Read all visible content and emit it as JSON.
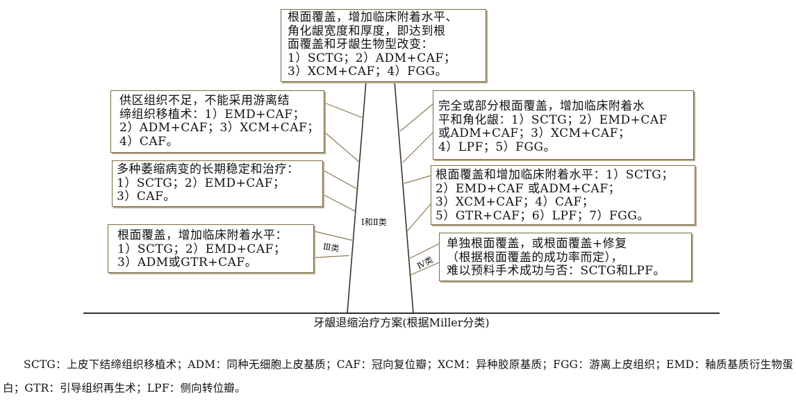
{
  "diagram": {
    "base_caption": "牙龈退缩治疗方案(根据Miller分类)",
    "class_labels": {
      "class_1_2": "Ⅰ和Ⅱ类",
      "class_3": "Ⅲ类",
      "class_4": "Ⅳ类"
    },
    "boxes": {
      "top": {
        "lines": [
          "根面覆盖，增加临床附着水平、",
          "角化龈宽度和厚度，即达到根",
          "面覆盖和牙龈生物型改变：",
          "1）SCTG；2）ADM+CAF；",
          "3）XCM+CAF；4）FGG。"
        ]
      },
      "left_1": {
        "lines": [
          "供区组织不足，不能采用游离结",
          "缔组织移植术：1）EMD+CAF；",
          "2）ADM+CAF；3）XCM+CAF；",
          "4）CAF。"
        ]
      },
      "left_2": {
        "lines": [
          "多种萎缩病变的长期稳定和治疗：",
          "1）SCTG；2）EMD+CAF；",
          "3）CAF。"
        ]
      },
      "left_3": {
        "lines": [
          "根面覆盖，增加临床附着水平：",
          "1）SCTG；2）EMD+CAF；",
          "3）ADM或GTR+CAF。"
        ]
      },
      "right_1": {
        "lines": [
          "完全或部分根面覆盖，增加临床附着水",
          "平和角化龈：1）SCTG；2）EMD+CAF",
          "或ADM+CAF；3）XCM+CAF；",
          "4）LPF；5）FGG。"
        ]
      },
      "right_2": {
        "lines": [
          "根面覆盖和增加临床附着水平：1）SCTG；",
          "2）EMD+CAF 或ADM+CAF；",
          "3）XCM+CAF；4）CAF；",
          "5）GTR+CAF；6）LPF；7）FGG。"
        ]
      },
      "right_3": {
        "lines": [
          "单独根面覆盖，或根面覆盖+修复",
          "（根据根面覆盖的成功率而定），",
          "难以预料手术成功与否：SCTG和LPF。"
        ]
      }
    },
    "footnote": "SCTG：上皮下结缔组织移植术；ADM：同种无细胞上皮基质；CAF：冠向复位瓣；XCM：异种胶原基质；FGG：游离上皮组织；EMD：釉质基质衍生物蛋白；GTR：引导组织再生术；LPF：侧向转位瓣。"
  },
  "colors": {
    "box_border": "#7a6a44",
    "box_shadow": "#b4a888",
    "connector": "#8a7a52",
    "trunk": "#3a3428",
    "baseline": "#111111"
  }
}
